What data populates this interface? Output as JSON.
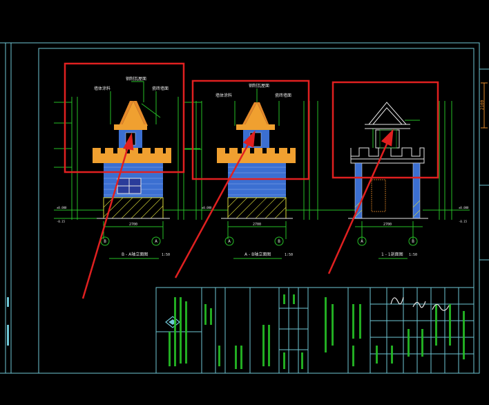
{
  "drawing": {
    "views": [
      {
        "title": "B - A轴立面图",
        "scale": "1:50",
        "axis_left": "B",
        "axis_right": "A",
        "width_dim": "2700"
      },
      {
        "title": "A - B轴立面图",
        "scale": "1:50",
        "axis_left": "A",
        "axis_right": "B",
        "width_dim": "2700"
      },
      {
        "title": "1 - 1剖面图",
        "scale": "1:50",
        "axis_left": "A",
        "axis_right": "B",
        "width_dim": "2700"
      }
    ],
    "callouts": {
      "roof": "钢制瓦屋面",
      "wall_left": "墙体涂料",
      "wall_right": "瓷砖墙面"
    },
    "levels": {
      "ground": "±0.000",
      "base": "-0.15"
    },
    "side_dim": "2100",
    "colors": {
      "frame": "#6fc7d6",
      "highlight": "#e02020",
      "dimension": "#26c026",
      "roof": "#e58a2a",
      "battlement": "#f0a030",
      "wall": "#3b6fd1",
      "base": "#d9d93a"
    }
  }
}
